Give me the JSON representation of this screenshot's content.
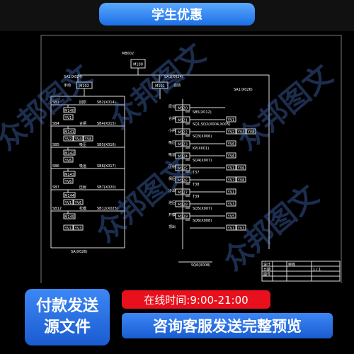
{
  "banner": {
    "title": "学生优惠"
  },
  "diagram": {
    "root": "M8002",
    "root_box": "M100",
    "left_cond": "SA1(X024)",
    "left_mode": "手动",
    "left_box": "M102",
    "right_cond": "SA1(X024)",
    "right_mode": "自动",
    "right_box": "M101",
    "top_right_cond": "SA1(X026)",
    "left_steps": [
      {
        "cond": "SB1",
        "label": "回原",
        "cond2": "SB2(X014)",
        "box": "M140",
        "outs": [
          "YV1"
        ]
      },
      {
        "cond": "SB4",
        "label": "合闸",
        "cond2": "SB4(X015)",
        "box": "M141",
        "outs": [
          "YV2",
          "YV4",
          "YV8"
        ]
      },
      {
        "cond": "SB5",
        "label": "吸压",
        "cond2": "SB5(X016)",
        "box": "M142",
        "outs": [
          "YV6"
        ]
      },
      {
        "cond": "SB6",
        "label": "吸运",
        "cond2": "SB6(X017)",
        "box": "M143",
        "outs": [
          "YV6"
        ]
      },
      {
        "cond": "SB7",
        "label": "压射",
        "cond2": "SB7(X020)",
        "box": "M144",
        "outs": [
          "YV1",
          "YV6"
        ]
      },
      {
        "cond": "SB12",
        "label": "松模",
        "cond2": "SB12(X025)",
        "box": "M149",
        "outs": [
          "YV1",
          "YV3"
        ]
      }
    ],
    "left_end": "SA(X026)",
    "right_steps": [
      {
        "label": "原位",
        "box": "M120",
        "trans": "SB5(X012)"
      },
      {
        "label": "合闸",
        "box": "M121",
        "trans": "SQ1,SQ2(X004,X005)",
        "outs": [
          "YV1"
        ]
      },
      {
        "label": "小闸",
        "box": "M122",
        "trans": "SQ3(X006)",
        "outs": [
          "YV2",
          "YV4",
          "YV8"
        ]
      },
      {
        "label": "吸压",
        "box": "M123",
        "trans": "KP(X001)",
        "outs": [
          "YV6"
        ]
      },
      {
        "label": "吸运",
        "box": "M124",
        "trans": "SQ4(X007)",
        "outs": [
          "YV6"
        ]
      },
      {
        "label": "压射",
        "box": "M125",
        "trans": "T37",
        "outs": [
          "YV1",
          "YV6"
        ]
      },
      {
        "label": "保压",
        "box": "M126",
        "trans": "T38",
        "outs": [
          "YV7",
          "YV8"
        ]
      },
      {
        "label": "冷却",
        "box": "M127",
        "trans": "T39",
        "outs": [
          "YV1"
        ]
      },
      {
        "label": "泄压",
        "box": "M128",
        "trans": "SQ5(X007)",
        "outs": [
          "YV3"
        ]
      },
      {
        "label": "开模",
        "box": "M129",
        "trans": "SQ6(X008)",
        "outs": [
          "YV5"
        ]
      },
      {
        "label": "顶出",
        "box": "",
        "trans": "",
        "outs": [
          "YV1",
          "YV3"
        ]
      }
    ],
    "title_block": {
      "c1": "设计",
      "c2": "日期",
      "c3": "图号",
      "c4": "审核",
      "sheet": "1 / 1"
    }
  },
  "watermark": "众邦图文",
  "bottom": {
    "card_line1": "付款发送",
    "card_line2": "源文件",
    "hours": "在线时间:9:00-21:00",
    "consult": "咨询客服发送完整预览"
  }
}
